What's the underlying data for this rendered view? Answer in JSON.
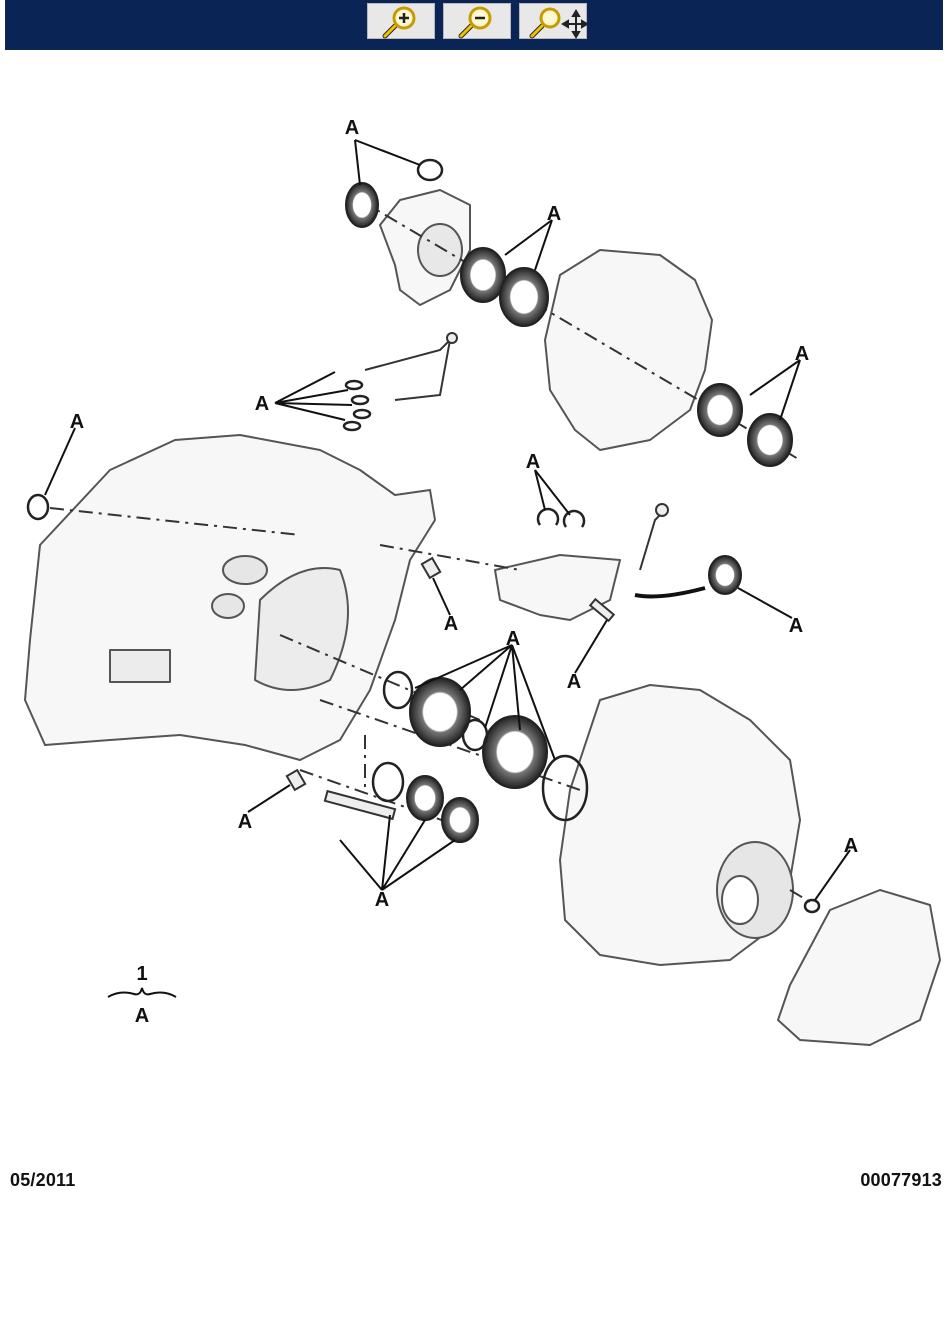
{
  "toolbar": {
    "buttons": [
      {
        "name": "zoom-in",
        "icon": "zoom-in-icon"
      },
      {
        "name": "zoom-out",
        "icon": "zoom-out-icon"
      },
      {
        "name": "zoom-pan",
        "icon": "zoom-pan-icon"
      }
    ],
    "colors": {
      "bar": "#0a2456",
      "magnifier": "#f2c200"
    }
  },
  "diagram": {
    "callout_letter": "A",
    "legend": {
      "number": "1",
      "letter": "A"
    }
  },
  "footer": {
    "date": "05/2011",
    "reference": "00077913"
  }
}
